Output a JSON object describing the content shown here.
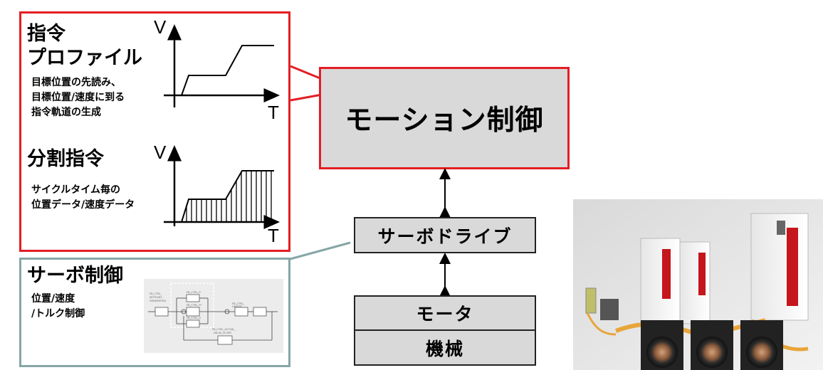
{
  "command_profile": {
    "title_line1": "指令",
    "title_line2": "プロファイル",
    "desc_lines": [
      "目標位置の先読み、",
      "目標位置/速度に到る",
      "指令軌道の生成"
    ],
    "axis_v": "V",
    "axis_t": "T"
  },
  "divided_command": {
    "title": "分割指令",
    "desc_lines": [
      "サイクルタイム毎の",
      "位置データ/速度データ"
    ],
    "axis_v": "V",
    "axis_t": "T"
  },
  "servo_control": {
    "title": "サーボ制御",
    "desc_lines": [
      "位置/速度",
      "/トルク制御"
    ],
    "diagram_labels": [
      "FB_CTRL_SETPOINT_GENERATION",
      "FB_CTRL_P",
      "FB_CTRL_PI",
      "FB_CTRL_D",
      "FB_CTRL_LIMITER",
      "FB_CTRL_ACTUAL_VALUE_FILTER"
    ]
  },
  "motion_control": {
    "label": "モーション制御"
  },
  "servo_drive": {
    "label": "サーボドライブ"
  },
  "motor": {
    "label": "モータ"
  },
  "machine": {
    "label": "機械"
  },
  "colors": {
    "red_border": "#e31e24",
    "teal_border": "#86a6a5",
    "box_fill": "#d9d9d9",
    "device_red": "#c4161c",
    "cable_orange": "#e8a53a"
  }
}
